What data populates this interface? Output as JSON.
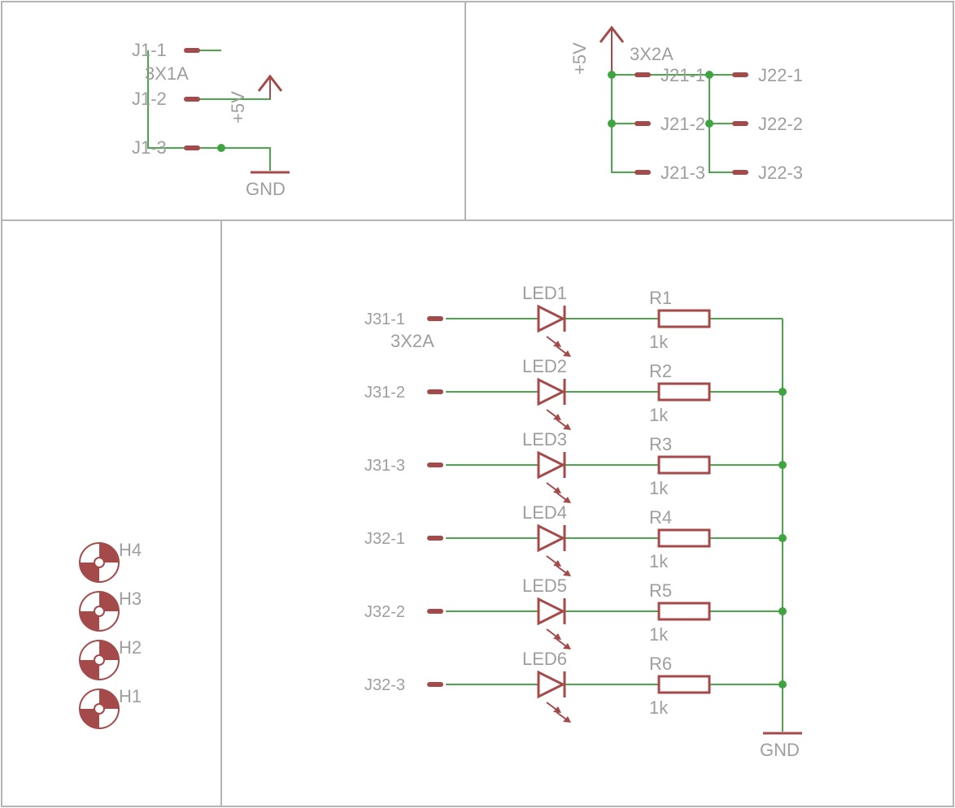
{
  "block_j1": {
    "pins": [
      "J1-1",
      "J1-2",
      "J1-3"
    ],
    "part": "3X1A",
    "supply": "+5V",
    "ground": "GND"
  },
  "block_j2": {
    "supply": "+5V",
    "part": "3X2A",
    "left_pins": [
      "J21-1",
      "J21-2",
      "J21-3"
    ],
    "right_pins": [
      "J22-1",
      "J22-2",
      "J22-3"
    ]
  },
  "mounting_holes": [
    "H4",
    "H3",
    "H2",
    "H1"
  ],
  "led_array": {
    "connector_part": "3X2A",
    "ground": "GND",
    "rows": [
      {
        "pin": "J31-1",
        "led": "LED1",
        "resistor": "R1",
        "value": "1k"
      },
      {
        "pin": "J31-2",
        "led": "LED2",
        "resistor": "R2",
        "value": "1k"
      },
      {
        "pin": "J31-3",
        "led": "LED3",
        "resistor": "R3",
        "value": "1k"
      },
      {
        "pin": "J32-1",
        "led": "LED4",
        "resistor": "R4",
        "value": "1k"
      },
      {
        "pin": "J32-2",
        "led": "LED5",
        "resistor": "R5",
        "value": "1k"
      },
      {
        "pin": "J32-3",
        "led": "LED6",
        "resistor": "R6",
        "value": "1k"
      }
    ]
  },
  "colors": {
    "wire": "#4aa84a",
    "symbol": "#a44a4a",
    "text": "#9e9e9e",
    "frame": "#b4b4b4"
  }
}
